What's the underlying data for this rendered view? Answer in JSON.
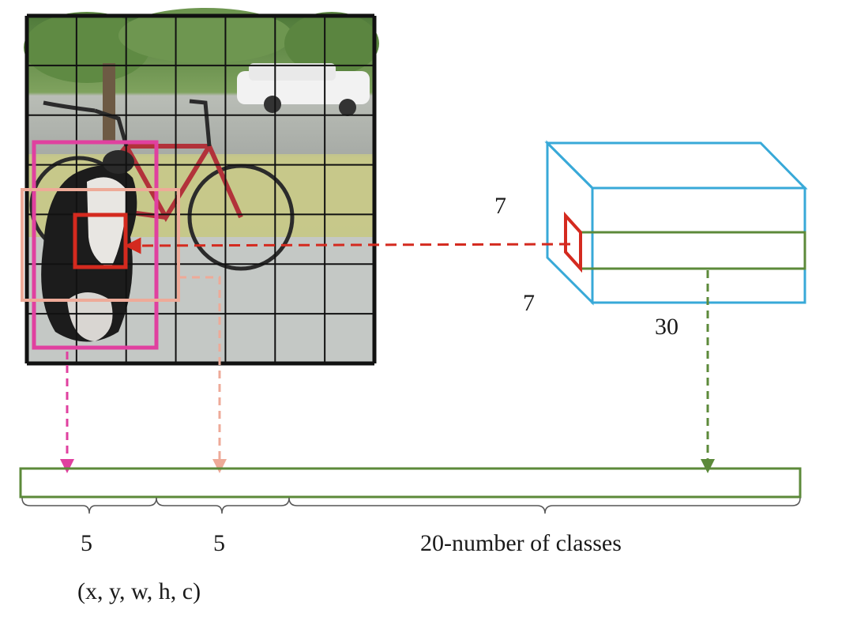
{
  "grid": {
    "rows": 7,
    "cols": 7
  },
  "tensor": {
    "height_label": "7",
    "width_label": "7",
    "depth_label": "30"
  },
  "vector": {
    "segments": [
      {
        "label": "5"
      },
      {
        "label": "5"
      },
      {
        "label": "20-number of classes"
      }
    ],
    "box_params_label": "(x, y, w, h, c)"
  },
  "colors": {
    "grid_line": "#111111",
    "bbox_1": "#e0409f",
    "bbox_2": "#eeaa98",
    "grid_cell": "#d42a1f",
    "tensor": "#38a9d8",
    "vector": "#5c8a3a"
  }
}
